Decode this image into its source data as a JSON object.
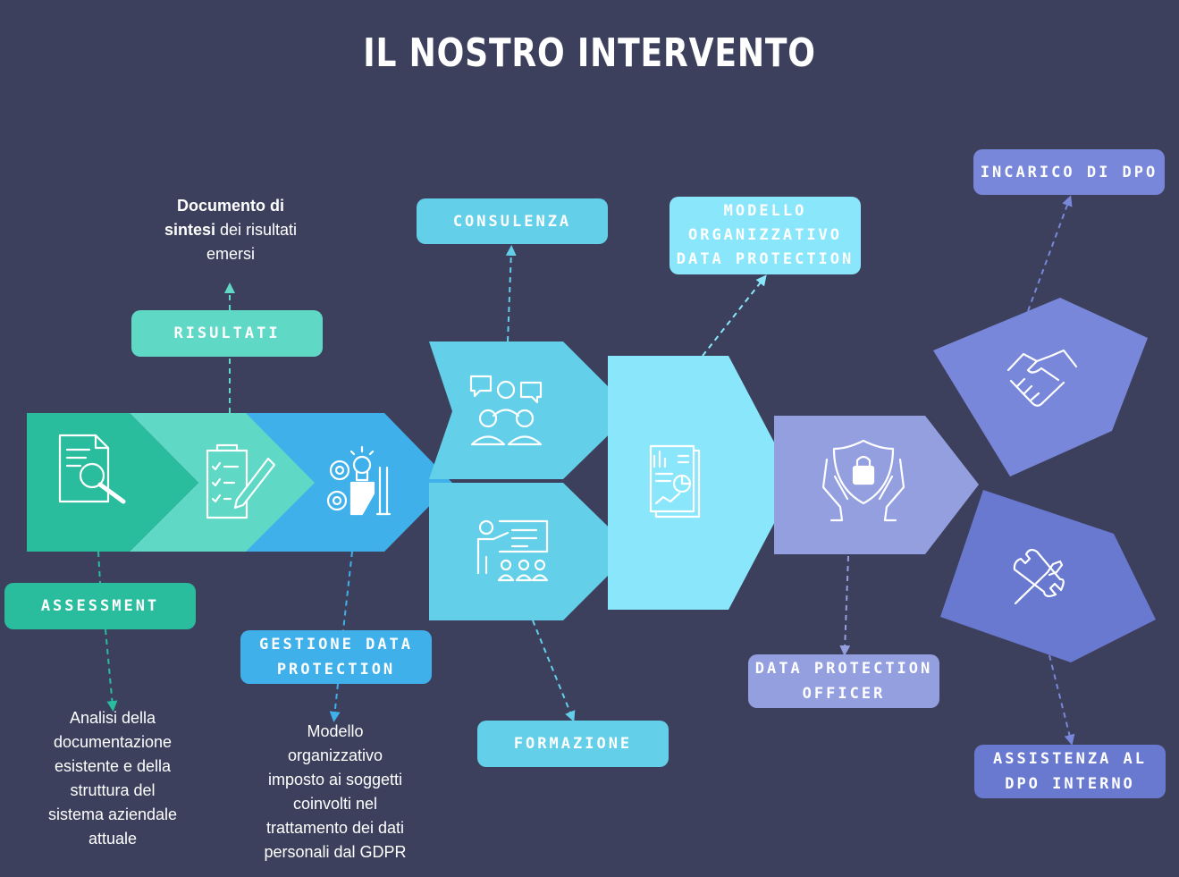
{
  "title": "IL NOSTRO INTERVENTO",
  "colors": {
    "background": "#3c405c",
    "assessment": "#2abd9d",
    "risultati": "#5fd8c5",
    "gestione": "#3fb0ea",
    "consulenza": "#63cfe8",
    "modello": "#8ae6fb",
    "dpo_officer": "#949fe0",
    "incarico": "#7887d9",
    "assistenza": "#6a79d0"
  },
  "labels": {
    "assessment": "ASSESSMENT",
    "risultati": "RISULTATI",
    "gestione": "GESTIONE DATA\nPROTECTION",
    "consulenza": "CONSULENZA",
    "formazione": "FORMAZIONE",
    "modello": "MODELLO\nORGANIZZATIVO\nDATA PROTECTION",
    "dpo_officer": "DATA PROTECTION\nOFFICER",
    "incarico": "INCARICO DI DPO",
    "assistenza": "ASSISTENZA AL\nDPO INTERNO"
  },
  "descriptions": {
    "risultati_bold": "Documento di",
    "risultati_bold2": "sintesi",
    "risultati_rest": " dei risultati",
    "risultati_end": "emersi",
    "assessment": "Analisi della\ndocumentazione\nesistente e della\nstruttura del\nsistema aziendale\nattuale",
    "gestione": "Modello\norganizzativo\nimposto ai soggetti\ncoinvolti nel\ntrattamento dei dati\npersonali dal GDPR"
  },
  "icons": {
    "assessment": "document-search-icon",
    "risultati": "checklist-pen-icon",
    "gestione": "gears-bulb-icon",
    "consulenza": "meeting-chat-icon",
    "formazione": "presentation-audience-icon",
    "modello": "report-chart-icon",
    "dpo_officer": "shield-lock-hands-icon",
    "incarico": "handshake-icon",
    "assistenza": "tools-icon"
  }
}
